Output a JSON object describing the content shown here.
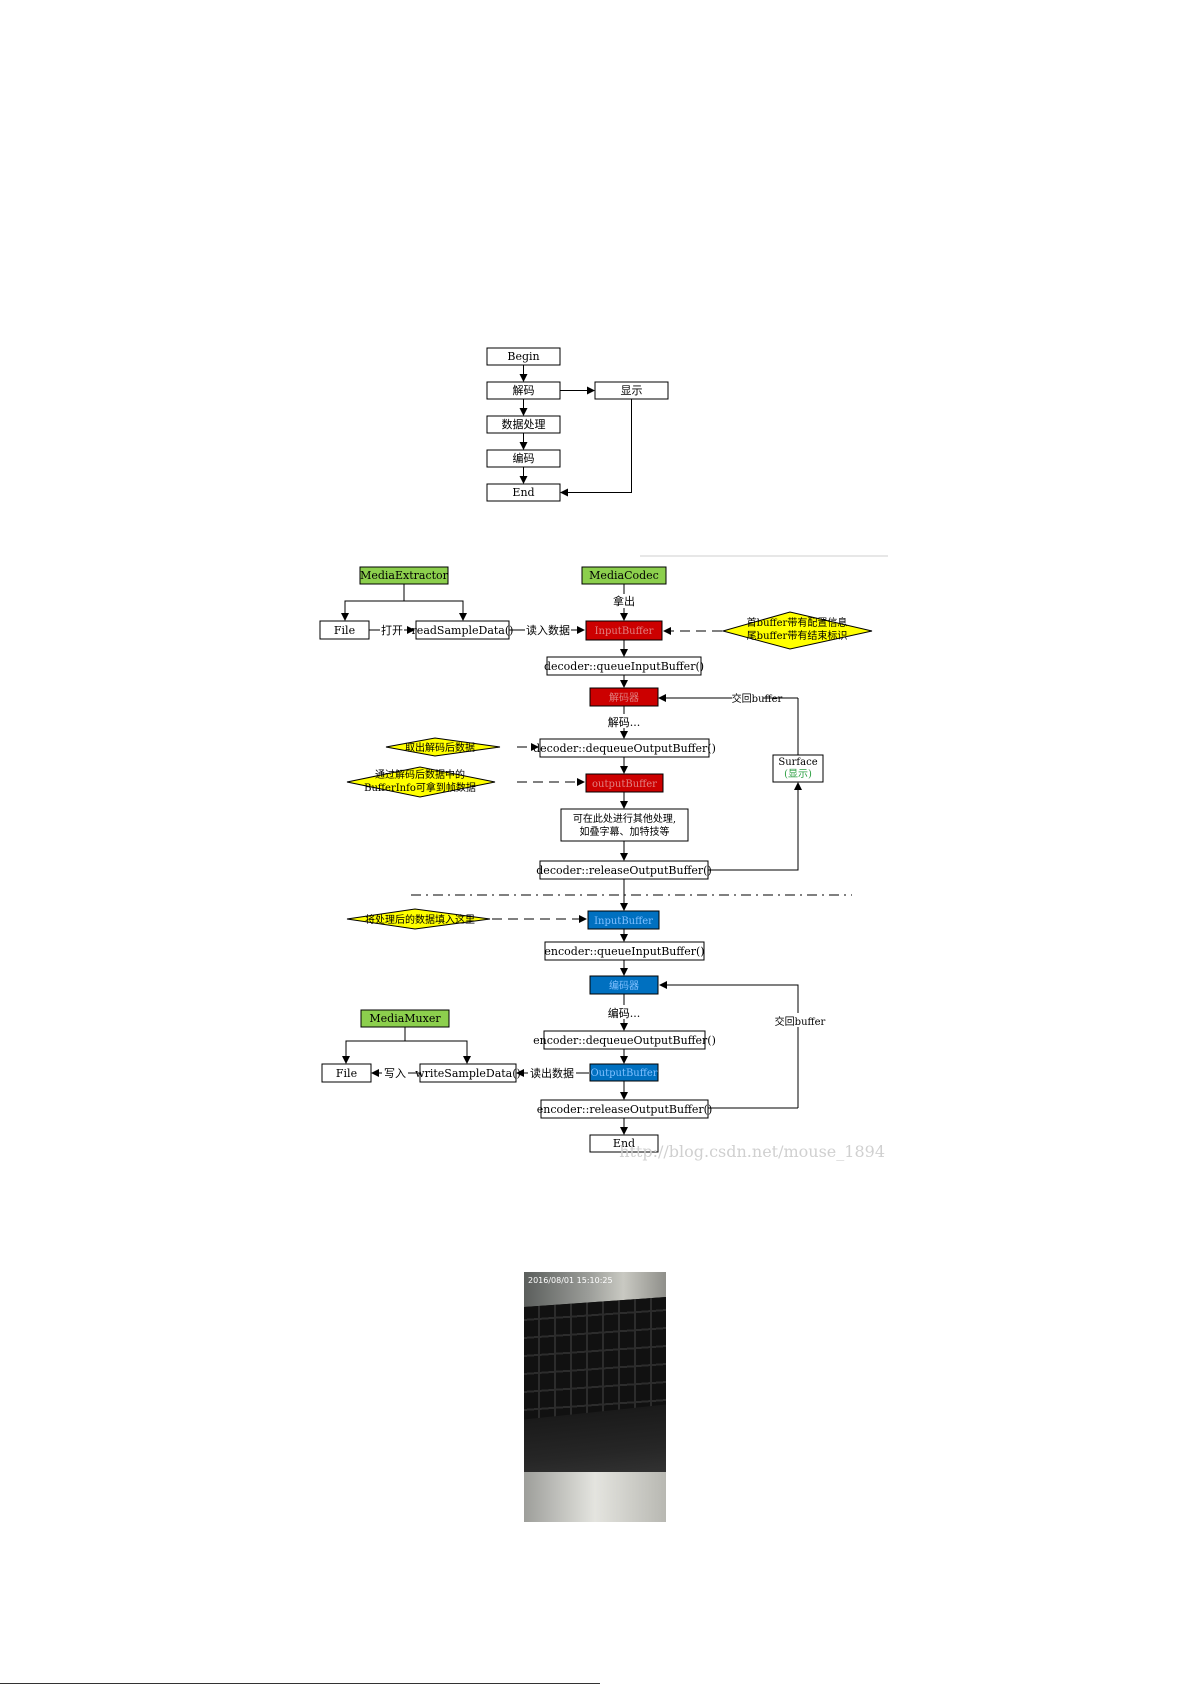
{
  "flow1": {
    "begin": "Begin",
    "decode": "解码",
    "display": "显示",
    "process": "数据处理",
    "encode": "编码",
    "end": "End"
  },
  "flow2": {
    "media_extractor": "MediaExtractor",
    "media_codec": "MediaCodec",
    "media_muxer": "MediaMuxer",
    "file": "File",
    "open": "打开",
    "read_sample_data": "readSampleData()",
    "read_data": "读入数据",
    "take_out": "拿出",
    "input_buffer": "InputBuffer",
    "note_first_line1": "首buffer带有配置信息",
    "note_first_line2": "尾buffer带有结束标识",
    "decoder_queue_input": "decoder::queueInputBuffer()",
    "decoder": "解码器",
    "return_buffer": "交回buffer",
    "decoding": "解码...",
    "take_decoded": "取出解码后数据",
    "decoder_dequeue_output": "decoder::dequeueOutputBuffer()",
    "surface": "Surface",
    "surface_display": "(显示)",
    "bufferinfo_line1": "通过解码后数据中的",
    "bufferinfo_line2": "BufferInfo可拿到帧数据",
    "output_buffer_dec": "outputBuffer",
    "other_process_line1": "可在此处进行其他处理,",
    "other_process_line2": "如叠字幕、加特技等",
    "decoder_release_output": "decoder::releaseOutputBuffer()",
    "fill_processed": "将处理后的数据填入这里",
    "input_buffer_enc": "InputBuffer",
    "encoder_queue_input": "encoder::queueInputBuffer()",
    "encoder": "编码器",
    "encoding": "编码...",
    "return_buffer_enc": "交回buffer",
    "encoder_dequeue_output": "encoder::dequeueOutputBuffer()",
    "file_out": "File",
    "write": "写入",
    "write_sample_data": "writeSampleData()",
    "read_out_data": "读出数据",
    "output_buffer_enc": "OutputBuffer",
    "encoder_release_output": "encoder::releaseOutputBuffer()",
    "end": "End",
    "watermark": "http://blog.csdn.net/mouse_1894"
  },
  "photo": {
    "timestamp": "2016/08/01 15:10:25"
  },
  "colors": {
    "green": "#8ccf4d",
    "red": "#cc0000",
    "blue": "#0070c0",
    "yellow": "#ffff00"
  }
}
